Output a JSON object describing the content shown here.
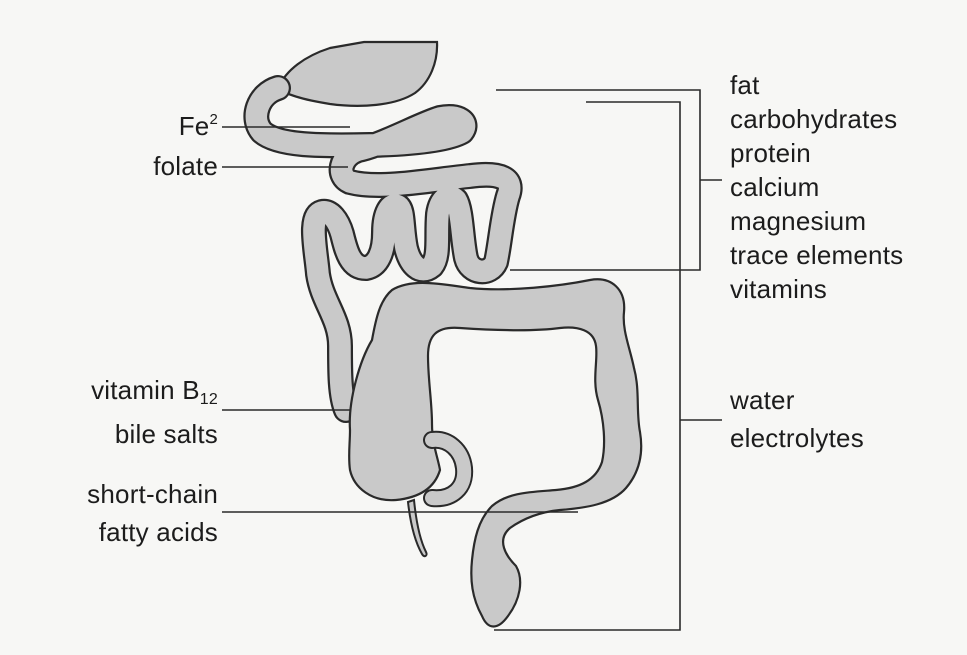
{
  "left_labels": {
    "iron": {
      "base": "Fe",
      "sup": "2"
    },
    "folate": "folate",
    "vitamin_b12": {
      "base": "vitamin B",
      "sub": "12"
    },
    "bile_salts": "bile salts",
    "scfa_line1": "short-chain",
    "scfa_line2": "fatty acids"
  },
  "small_intestine_nutrients": [
    "fat",
    "carbohydrates",
    "protein",
    "calcium",
    "magnesium",
    "trace elements",
    "vitamins"
  ],
  "colon_nutrients": [
    "water",
    "electrolytes"
  ],
  "colors": {
    "organ_fill": "#c9c9c9",
    "outline": "#2a2a2a",
    "background": "#f7f7f5"
  }
}
